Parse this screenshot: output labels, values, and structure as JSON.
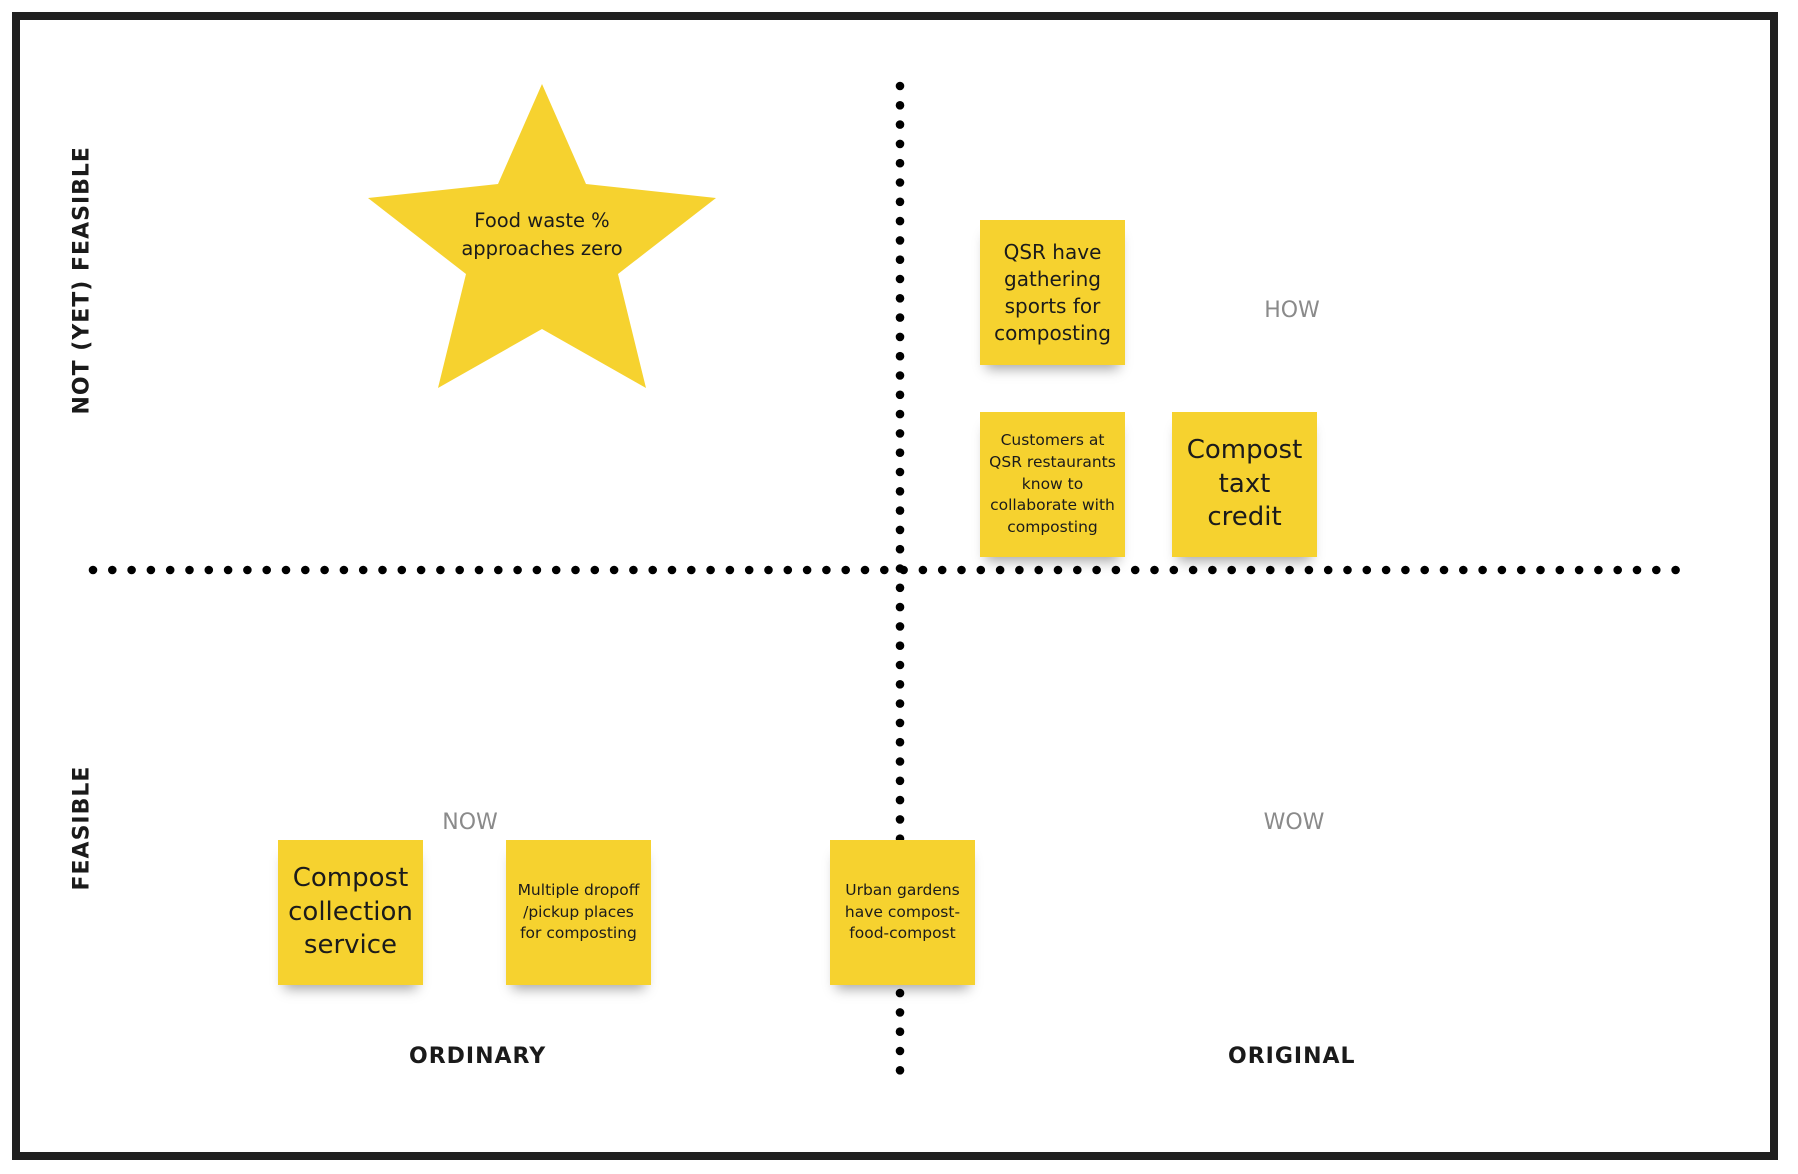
{
  "board": {
    "accent_color": "#f6d22f",
    "border_color": "#202020",
    "axis_color": "#000000",
    "quadrant_label_color": "#8a8a8a"
  },
  "axes": {
    "y_top_title": "NOT (YET) FEASIBLE",
    "y_bottom_title": "FEASIBLE",
    "x_left_title": "ORDINARY",
    "x_right_title": "ORIGINAL"
  },
  "quadrants": {
    "how": "HOW",
    "now": "NOW",
    "wow": "WOW"
  },
  "star": {
    "text": "Food waste % approaches zero"
  },
  "notes": {
    "qsr_gathering": "QSR have gathering sports for composting",
    "customers_qsr": "Customers at QSR restaurants know to collaborate with composting",
    "compost_credit": "Compost taxt credit",
    "compost_service": "Compost collection service",
    "dropoff_places": "Multiple dropoff /pickup places for composting",
    "urban_gardens": "Urban gardens have compost-food-compost"
  }
}
